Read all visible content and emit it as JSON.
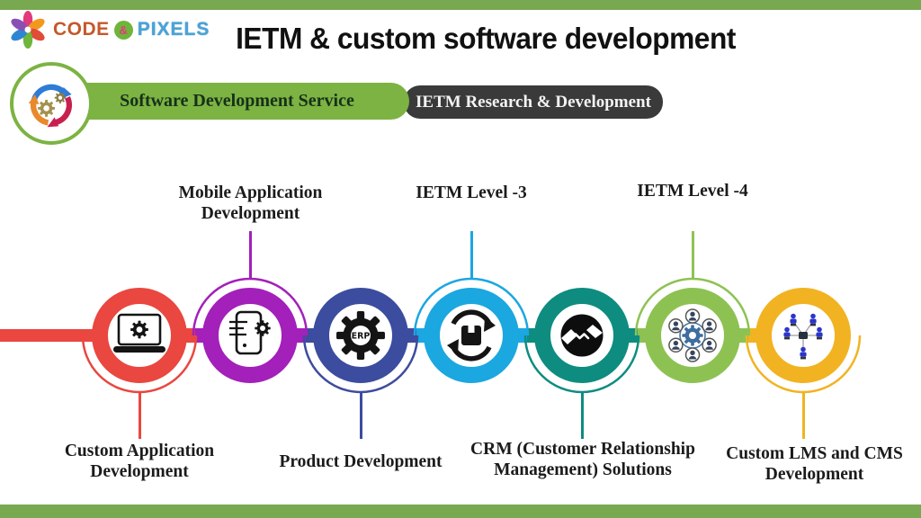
{
  "theme": {
    "bar_green": "#78A84F",
    "pill_green": "#7CB342",
    "pill_dark": "#3A3A3A",
    "badge_border": "#7CB342"
  },
  "brand": {
    "code": "CODE",
    "amp": "&",
    "pixels": "PIXELS",
    "code_color": "#C4582B",
    "pixels_color": "#4AA3D8",
    "amp_bg": "#6FB53B"
  },
  "header": {
    "title": "IETM & custom software development"
  },
  "tabs": [
    {
      "label": "Software Development Service"
    },
    {
      "label": "IETM Research & Development"
    }
  ],
  "timeline": {
    "erp_label": "ERP",
    "items": [
      {
        "label": "Custom Application Development",
        "color": "#E9473F",
        "icon": "laptop-gear-icon",
        "side": "bottom"
      },
      {
        "label": "Mobile Application Development",
        "color": "#A320BA",
        "icon": "mobile-gear-icon",
        "side": "top"
      },
      {
        "label": "Product Development",
        "color": "#3C4C9E",
        "icon": "erp-gear-icon",
        "side": "bottom"
      },
      {
        "label": "IETM Level -3",
        "color": "#1BA7E0",
        "icon": "package-cycle-icon",
        "side": "top"
      },
      {
        "label": "CRM (Customer Relationship Management) Solutions",
        "color": "#0E8C80",
        "icon": "handshake-icon",
        "side": "bottom"
      },
      {
        "label": "IETM Level -4",
        "color": "#8DC253",
        "icon": "team-gear-icon",
        "side": "top"
      },
      {
        "label": "Custom LMS and CMS Development",
        "color": "#F2B322",
        "icon": "lms-network-icon",
        "side": "bottom"
      }
    ]
  }
}
